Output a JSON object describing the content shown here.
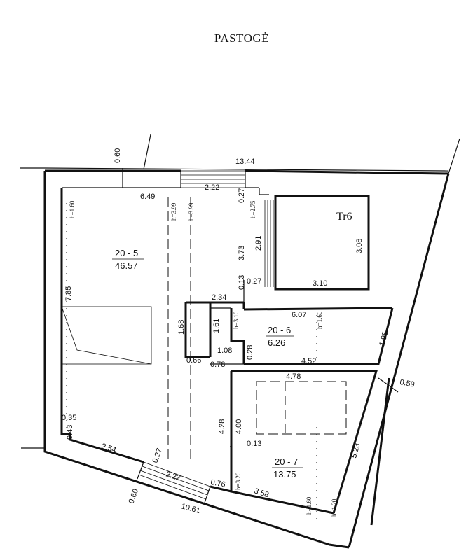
{
  "title": "PASTOGĖ",
  "rooms": {
    "r205": {
      "id": "20 - 5",
      "area": "46.57"
    },
    "r206": {
      "id": "20 - 6",
      "area": "6.26"
    },
    "r207": {
      "id": "20 - 7",
      "area": "13.75"
    },
    "tr6": "Tr6"
  },
  "dims": {
    "d060_top": "0.60",
    "d1344": "13.44",
    "d222_top": "2.22",
    "d027_a": "0.27",
    "d649": "6.49",
    "h399_a": "h=3.99",
    "h399_b": "h=3.99",
    "h160_a": "h=1.60",
    "h275": "h=2.75",
    "d373": "3.73",
    "d291": "2.91",
    "d308": "3.08",
    "d310": "3.10",
    "d013_a": "0.13",
    "d027_b": "0.27",
    "d234": "2.34",
    "d607": "6.07",
    "h310": "h=3.10",
    "h160_b": "h=1.60",
    "d785": "7.85",
    "d168": "1.68",
    "d161": "1.61",
    "d108": "1.08",
    "d028": "0.28",
    "d195": "1.95",
    "d452": "4.52",
    "d066": "0.66",
    "d078": "0.78",
    "d478": "4.78",
    "d059": "0.59",
    "d035": "0.35",
    "d043": "0.43",
    "d428": "4.28",
    "d400": "4.00",
    "d013_b": "0.13",
    "d523": "5.23",
    "d254": "2.54",
    "d027_c": "0.27",
    "d222_bot": "2.22",
    "d076": "0.76",
    "h320": "h=3.20",
    "d358": "3.58",
    "h160_c": "h=1.60",
    "h120": "h=1.20",
    "d060_bot": "0.60",
    "d1061": "10.61"
  }
}
